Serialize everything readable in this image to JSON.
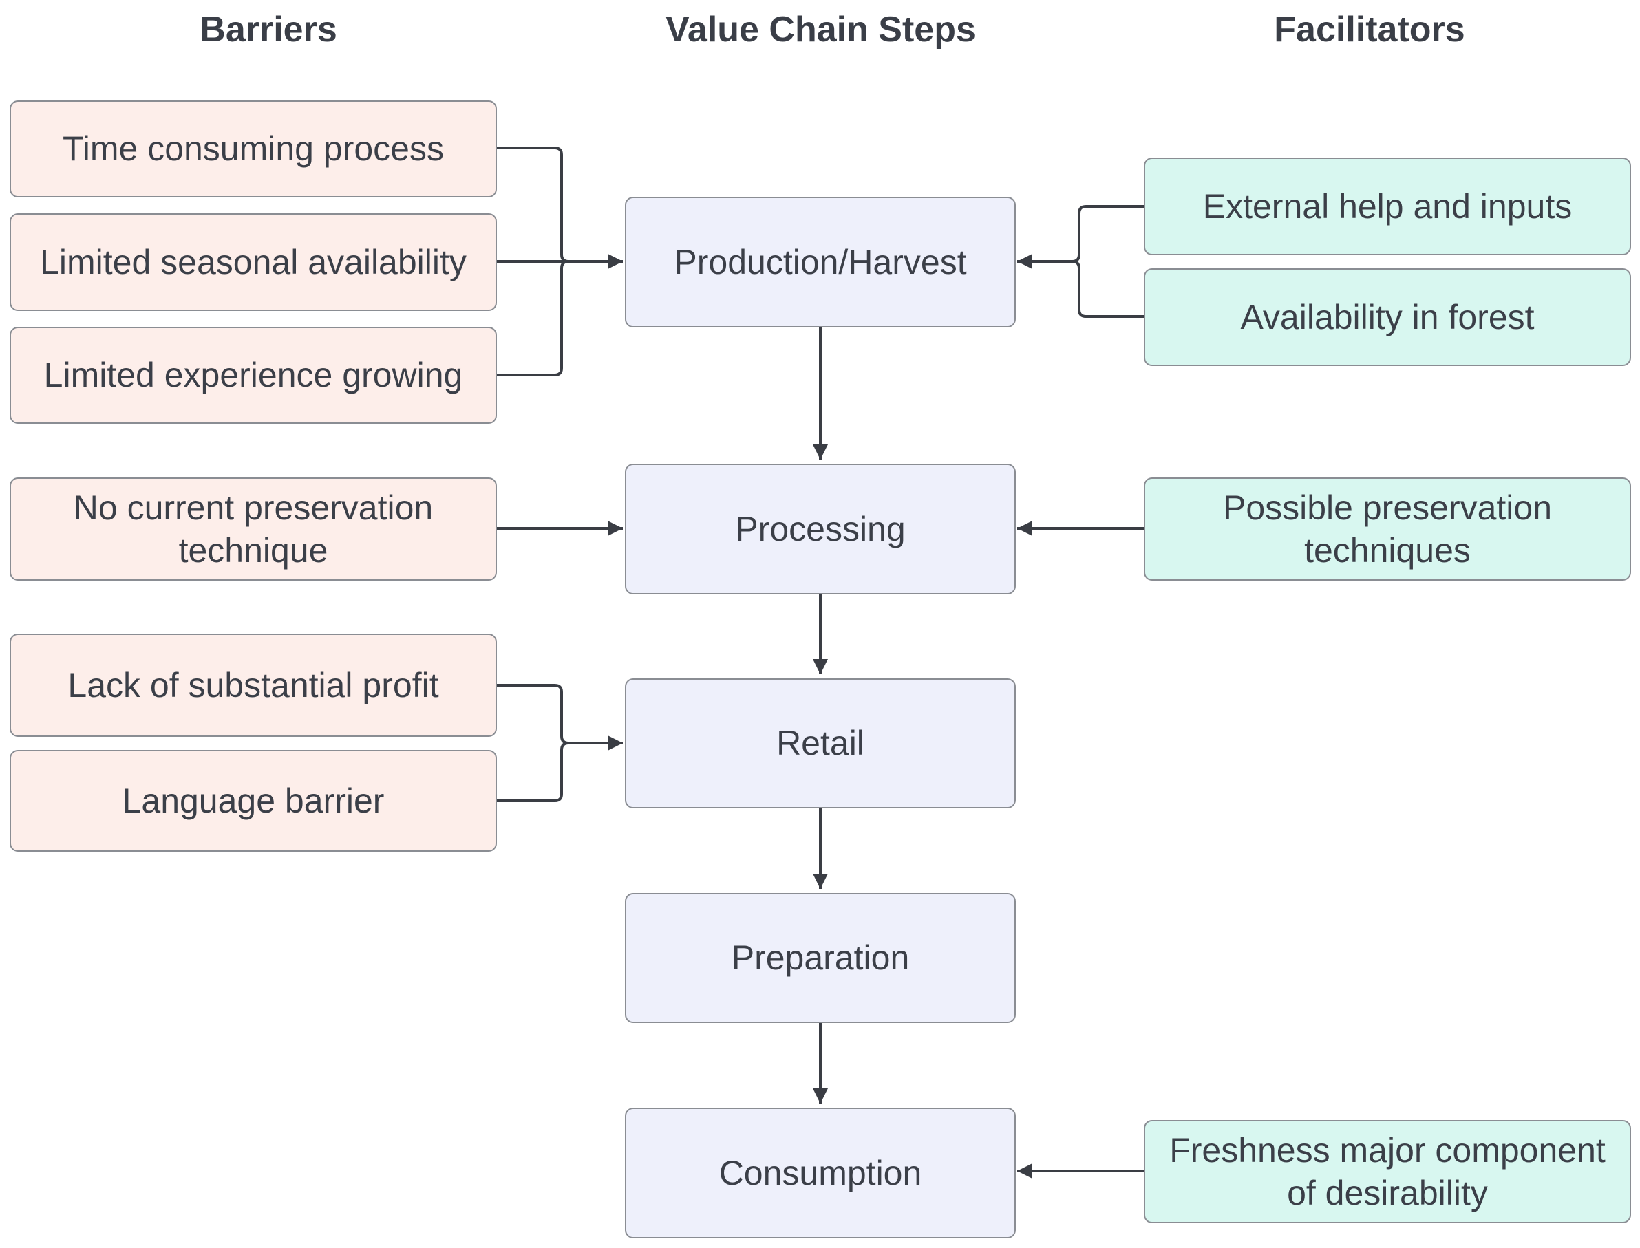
{
  "headers": {
    "barriers": "Barriers",
    "steps": "Value Chain Steps",
    "facilitators": "Facilitators"
  },
  "steps": [
    "Production/Harvest",
    "Processing",
    "Retail",
    "Preparation",
    "Consumption"
  ],
  "barriers": [
    "Time consuming process",
    "Limited seasonal availability",
    "Limited experience growing",
    "No current preservation technique",
    "Lack of substantial profit",
    "Language barrier"
  ],
  "facilitators": [
    "External help and inputs",
    "Availability in forest",
    "Possible preservation techniques",
    "Freshness major component of desirability"
  ],
  "colors": {
    "barrier_fill": "#fdeeea",
    "facilitator_fill": "#d8f7f0",
    "step_fill": "#eef0fb",
    "connector": "#3a3d44"
  }
}
